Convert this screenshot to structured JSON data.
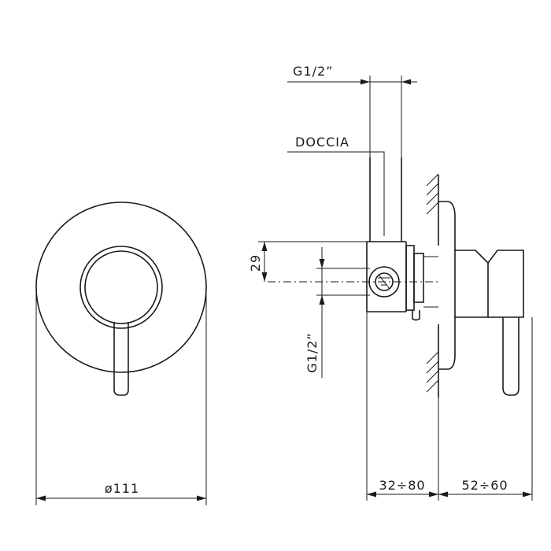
{
  "labels": {
    "front_diameter": "ø111",
    "thread_top": "G1/2”",
    "outlet": "DOCCIA",
    "vertical_offset": "29",
    "thread_side": "G1/2”",
    "wall_depth": "32÷80",
    "projection": "52÷60"
  }
}
